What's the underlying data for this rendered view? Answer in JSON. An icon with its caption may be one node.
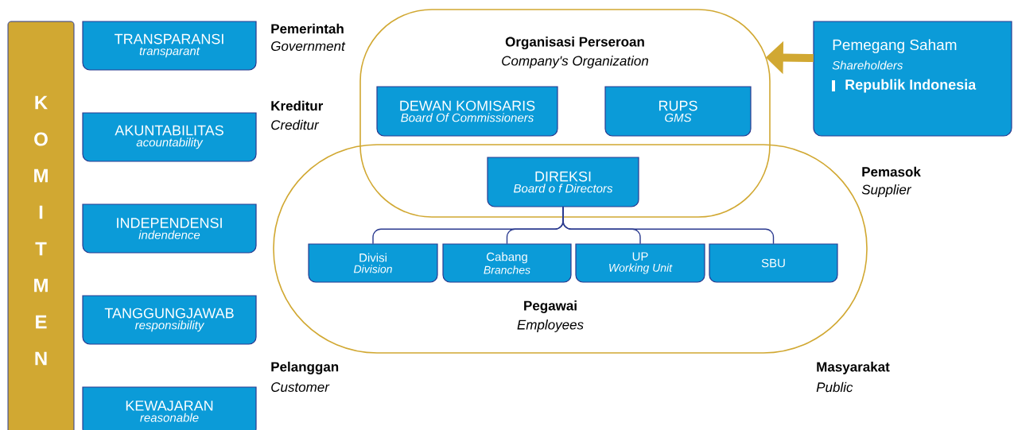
{
  "diagram": {
    "nodes": [
      {
        "text": [
          "KOMITMEN"
        ]
      },
      {
        "text": [
          "TRANSPARANSI",
          "transparant"
        ]
      },
      {
        "text": [
          "AKUNTABILITAS",
          "acountability"
        ]
      },
      {
        "text": [
          "INDEPENDENSI",
          "indendence"
        ]
      },
      {
        "text": [
          "TANGGUNGJAWAB",
          "responsibility"
        ]
      },
      {
        "text": [
          "KEWAJARAN",
          "reasonable"
        ]
      },
      {
        "text": [
          "Organisasi Perseroan",
          "Company's Organization"
        ]
      },
      {
        "text": [
          "DEWAN KOMISARIS",
          "Board Of Commissioners"
        ],
        "in": 6
      },
      {
        "text": [
          "RUPS",
          "GMS"
        ],
        "in": 6
      },
      {
        "text": [
          "Pemegang Saham",
          "Shareholders",
          "Republik Indonesia"
        ]
      },
      {
        "text": [
          "Pegawai",
          "Employees"
        ]
      },
      {
        "text": [
          "DIREKSI",
          "Board o f Directors"
        ]
      },
      {
        "text": [
          "Divisi",
          "Division"
        ],
        "in": 10
      },
      {
        "text": [
          "Cabang",
          "Branches"
        ],
        "in": 10
      },
      {
        "text": [
          "UP",
          "Working Unit"
        ],
        "in": 10
      },
      {
        "text": [
          "SBU"
        ],
        "in": 10
      }
    ],
    "edges": [
      {
        "from": 9,
        "to": 6,
        "arrow": "to",
        "style": "thick",
        "color": "#d1a832"
      },
      {
        "from": 11,
        "to": 12,
        "arrow": "none"
      },
      {
        "from": 11,
        "to": 13,
        "arrow": "none"
      },
      {
        "from": 11,
        "to": 14,
        "arrow": "none"
      },
      {
        "from": 11,
        "to": 15,
        "arrow": "none"
      }
    ],
    "labels": [
      "Pemerintah",
      "Government",
      "Kreditur",
      "Creditur",
      "Pemasok",
      "Supplier",
      "Pelanggan",
      "Customer",
      "Masyarakat",
      "Public"
    ]
  }
}
